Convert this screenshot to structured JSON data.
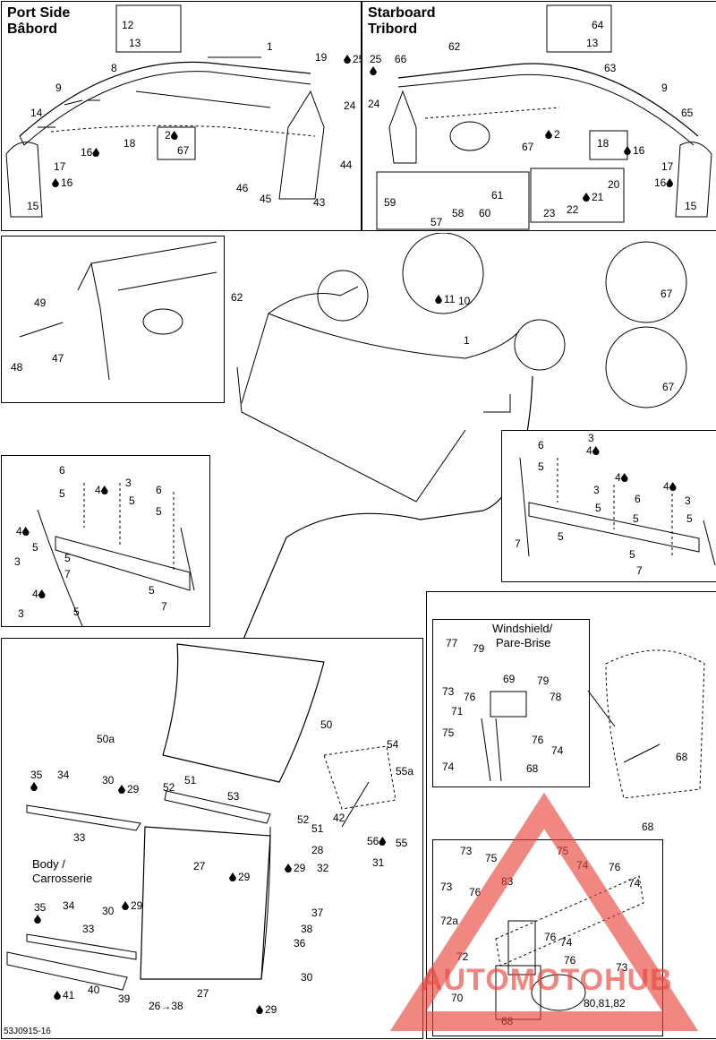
{
  "port_panel": {
    "title_en": "Port Side",
    "title_fr": "Bâbord",
    "numbers": [
      "12",
      "13",
      "1",
      "8",
      "19",
      "25",
      "9",
      "14",
      "24",
      "2",
      "67",
      "16",
      "18",
      "17",
      "16",
      "15",
      "44",
      "46",
      "45",
      "43"
    ]
  },
  "starboard_panel": {
    "title_en": "Starboard",
    "title_fr": "Tribord",
    "numbers": [
      "25",
      "66",
      "62",
      "64",
      "13",
      "63",
      "9",
      "24",
      "65",
      "67",
      "2",
      "18",
      "16",
      "17",
      "16",
      "15",
      "59",
      "57",
      "58",
      "60",
      "61",
      "20",
      "21",
      "22",
      "23"
    ]
  },
  "mount_panel": {
    "numbers": [
      "49",
      "47",
      "48"
    ]
  },
  "windshield_overview": {
    "numbers": [
      "62",
      "1",
      "11",
      "10",
      "67",
      "67"
    ]
  },
  "left_bracket_panel": {
    "numbers": [
      "6",
      "4",
      "3",
      "5",
      "6",
      "5",
      "5",
      "4",
      "5",
      "5",
      "7",
      "3",
      "5",
      "7",
      "4",
      "3",
      "5"
    ]
  },
  "right_bracket_panel": {
    "numbers": [
      "6",
      "3",
      "4",
      "5",
      "4",
      "3",
      "5",
      "6",
      "4",
      "3",
      "5",
      "5",
      "5",
      "7",
      "5",
      "5",
      "7"
    ]
  },
  "door_panel": {
    "numbers": [
      "50",
      "50a",
      "54",
      "55a",
      "35",
      "34",
      "30",
      "29",
      "51",
      "52",
      "53",
      "33",
      "42",
      "56",
      "55",
      "52",
      "51",
      "28",
      "29",
      "32",
      "31",
      "27",
      "29",
      "37",
      "38",
      "36",
      "35",
      "34",
      "30",
      "29",
      "33",
      "41",
      "40",
      "39",
      "26→38",
      "27",
      "29",
      "30"
    ],
    "body_label_en": "Body /",
    "body_label_fr": "Carrosserie"
  },
  "hinge_panel": {
    "inset_title_en": "Windshield/",
    "inset_title_fr": "Pare-Brise",
    "numbers": [
      "77",
      "79",
      "69",
      "79",
      "78",
      "73",
      "76",
      "71",
      "75",
      "76",
      "74",
      "74",
      "68",
      "68",
      "68"
    ]
  },
  "latch_panel": {
    "numbers": [
      "73",
      "75",
      "75",
      "74",
      "76",
      "74",
      "83",
      "73",
      "76",
      "72a",
      "72",
      "76",
      "74",
      "70",
      "76",
      "73",
      "68",
      "80,81,82"
    ]
  },
  "footer_code": "53J0915-16",
  "watermark": {
    "text": "AUTOMOTOHUB",
    "color": "#e8473d"
  }
}
